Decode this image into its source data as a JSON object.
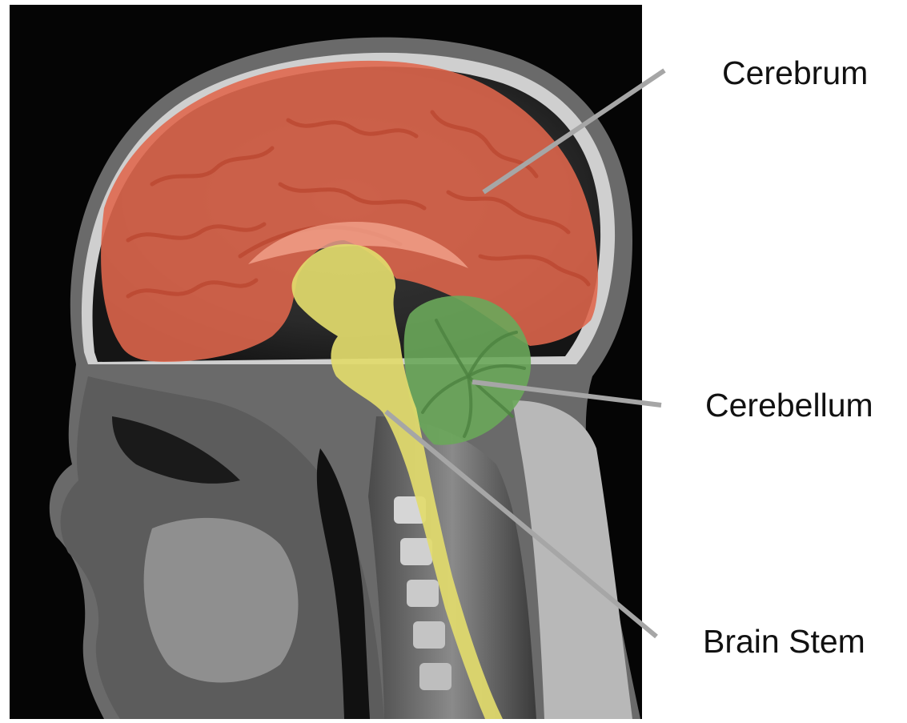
{
  "labels": {
    "cerebrum": "Cerebrum",
    "cerebellum": "Cerebellum",
    "brain_stem": "Brain Stem"
  },
  "colors": {
    "background": "#ffffff",
    "scan_background": "#050505",
    "cerebrum_overlay": "#e0674c",
    "cerebellum_overlay": "#6aa75a",
    "brain_stem_overlay": "#e2db6c",
    "leader_line": "#a6a6a6",
    "label_text": "#111111"
  }
}
